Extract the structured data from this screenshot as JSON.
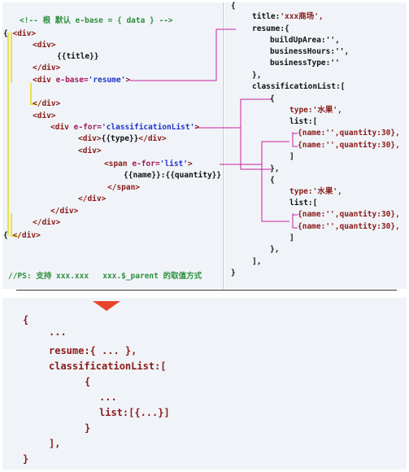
{
  "left_code": {
    "comment": "<!-- 根 默认 e-base = { data } -->",
    "brace_open": "{",
    "brace_close": "{",
    "div_open": "<div>",
    "div_close": "</div>",
    "title_bind": "{{title}}",
    "ebase_attr": "e-base=",
    "ebase_val": "'resume'",
    "efor_attr": "e-for=",
    "efor_val1": "'classificationList'",
    "efor_val2": "'list'",
    "type_bind": "{{type}}",
    "span_open": "<span",
    "span_close": "</span>",
    "name_qty_bind": "{{name}}:{{quantity}}",
    "div_prefix": "<div",
    "gt": ">",
    "ps_note": "//PS: 支持 xxx.xxx   xxx.$_parent 的取值方式"
  },
  "right_code": {
    "open": "{",
    "title_key": "title:",
    "title_val": "'xxx商场',",
    "resume_key": "resume:{",
    "build_area": "buildUpArea:'',",
    "business_hours": "businessHours:'',",
    "business_type": "businessType:''",
    "close_obj": "},",
    "class_list": "classificationList:[",
    "item_open": "{",
    "type_line": "type:'水果',",
    "list_open": "list:[",
    "row1": "{name:'',quantity:30},",
    "row2": "{name:'',quantity:30},",
    "list_close": "]",
    "arr_close": "],",
    "close": "}"
  },
  "bottom_code": {
    "open": "{",
    "dots1": "...",
    "resume": "resume:{ ... },",
    "class_list": "classificationList:[",
    "item_open": "{",
    "dots2": "...",
    "list": "list:[{...}]",
    "item_close": "}",
    "arr_close": "],",
    "close": "}"
  },
  "colors": {
    "connector": "#cc1f9e",
    "guide": "#e8e04a",
    "arrow": "#e8442a"
  }
}
